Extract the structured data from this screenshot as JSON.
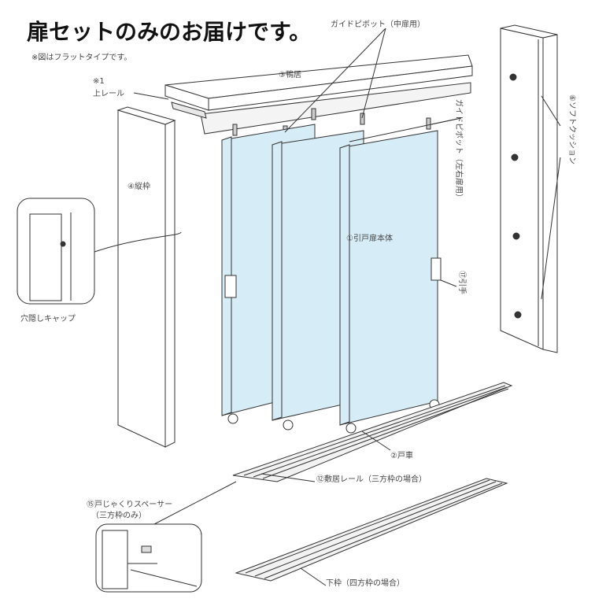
{
  "title": "扉セットのみのお届けです。",
  "note": "※図はフラットタイプです。",
  "labels": {
    "guide_pivot_center": "ガイドピボット（中扉用）",
    "guide_pivot_side": "ガイドピボット（左右扉用）",
    "kamoi": "③鴨居",
    "upper_rail_mark": "※1",
    "upper_rail": "上レール",
    "tatewaku": "④縦枠",
    "cap": "穴隠しキャップ",
    "door_body": "①引戸扉本体",
    "handle": "⑰引手",
    "soft_cushion": "⑥ソフトクッション",
    "tosha": "②戸車",
    "shikii_rail": "⑫敷居レール（三方枠の場合）",
    "spacer_1": "⑮戸じゃくりスペーサー",
    "spacer_2": "（三方枠のみ）",
    "shitawaku": "下枠（四方枠の場合）"
  },
  "colors": {
    "door_fill": "#d6ecf6",
    "frame_fill": "#ffffff",
    "line": "#333333"
  }
}
